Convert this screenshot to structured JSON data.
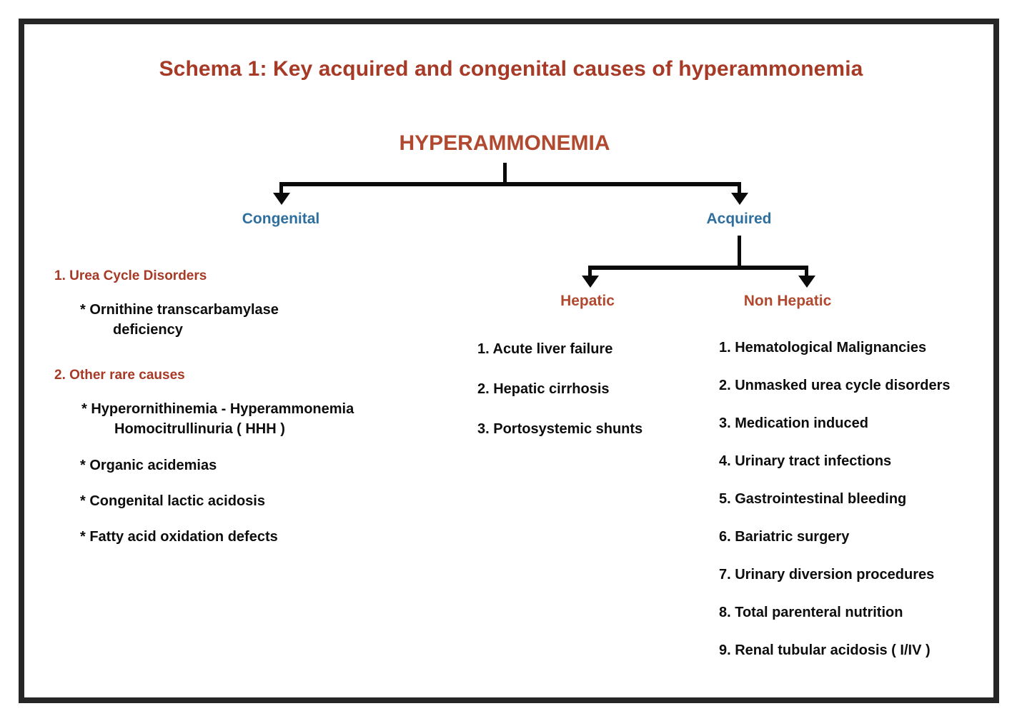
{
  "title": "Schema 1: Key acquired and congenital causes of hyperammonemia",
  "root_node": "HYPERAMMONEMIA",
  "branches": {
    "congenital_label": "Congenital",
    "acquired_label": "Acquired",
    "hepatic_label": "Hepatic",
    "non_hepatic_label": "Non Hepatic"
  },
  "colors": {
    "title_red": "#a63a26",
    "node_red": "#b0492f",
    "branch_blue": "#2e6f9e",
    "text_black": "#0d0d0d",
    "frame": "#262626",
    "background": "#ffffff"
  },
  "congenital": {
    "categories": [
      {
        "heading": "1. Urea Cycle Disorders",
        "items": [
          {
            "line1": "* Ornithine transcarbamylase",
            "line2": "deficiency"
          }
        ]
      },
      {
        "heading": "2. Other rare causes",
        "items": [
          {
            "line1": "* Hyperornithinemia - Hyperammonemia",
            "line2": "Homocitrullinuria ( HHH )"
          },
          {
            "line1": "* Organic acidemias",
            "line2": ""
          },
          {
            "line1": "* Congenital lactic acidosis",
            "line2": ""
          },
          {
            "line1": "* Fatty acid oxidation defects",
            "line2": ""
          }
        ]
      }
    ]
  },
  "hepatic": {
    "items": [
      "1. Acute liver failure",
      "2. Hepatic cirrhosis",
      "3. Portosystemic shunts"
    ]
  },
  "non_hepatic": {
    "items": [
      "1. Hematological Malignancies",
      "2. Unmasked urea cycle disorders",
      "3. Medication induced",
      "4. Urinary tract infections",
      "5. Gastrointestinal bleeding",
      "6. Bariatric surgery",
      "7. Urinary diversion procedures",
      "8. Total parenteral nutrition",
      "9. Renal tubular acidosis ( I/IV )"
    ]
  }
}
